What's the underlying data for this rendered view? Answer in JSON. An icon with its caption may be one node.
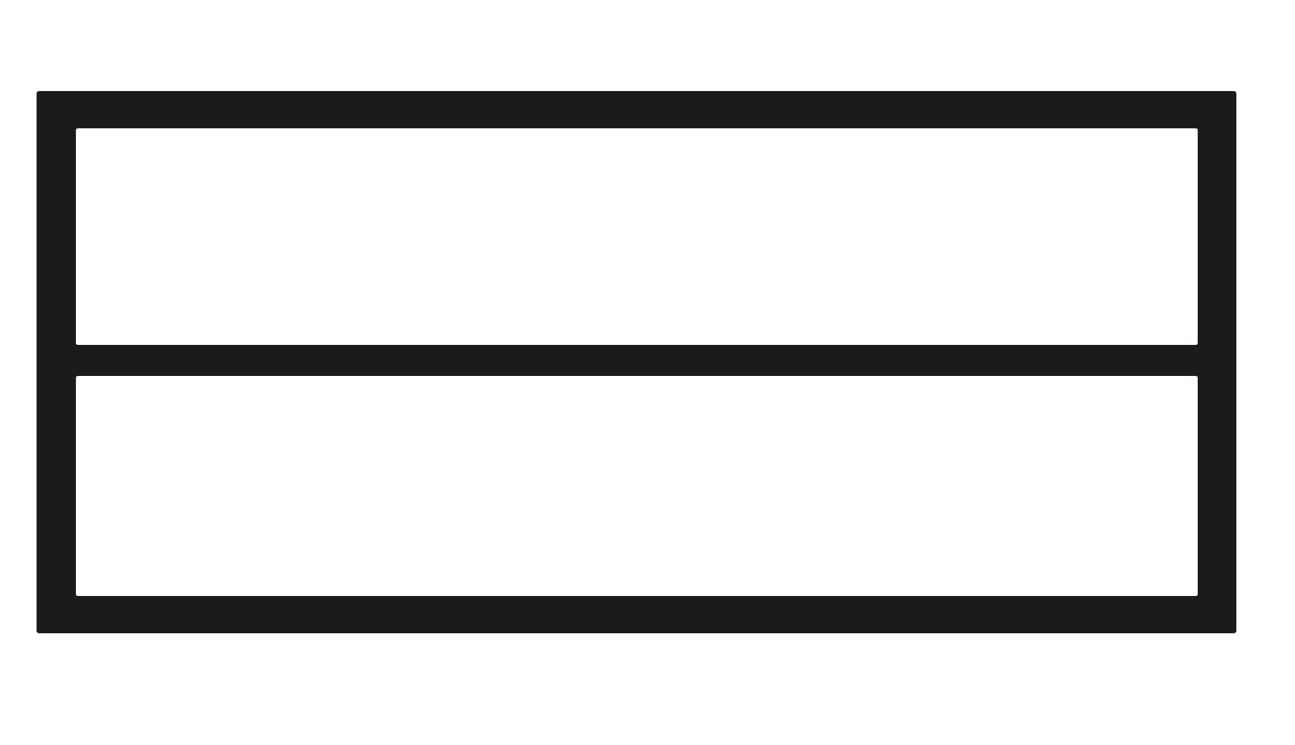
{
  "diagram": {
    "nodes": [
      {
        "text": [],
        "shape": "box"
      },
      {
        "text": [],
        "shape": "box",
        "in": 0
      },
      {
        "text": [],
        "shape": "box",
        "in": 0
      }
    ]
  }
}
